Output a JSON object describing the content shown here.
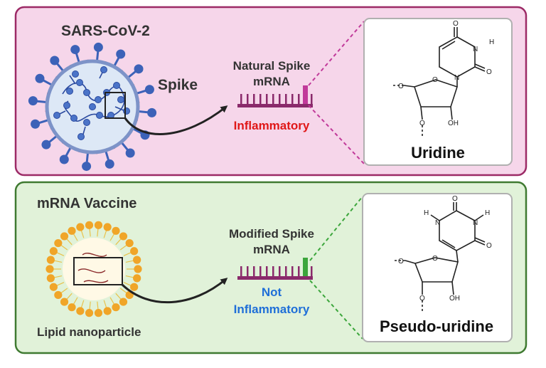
{
  "top_panel": {
    "title": "SARS-CoV-2",
    "spike_label": "Spike",
    "mrna_label_line1": "Natural Spike",
    "mrna_label_line2": "mRNA",
    "effect_label": "Inflammatory",
    "molecule_name": "Uridine",
    "colors": {
      "panel_fill": "#f6d6ea",
      "panel_border": "#9c2a66",
      "marker": "#c13a9a",
      "effect_text": "#e01818"
    }
  },
  "bottom_panel": {
    "title": "mRNA Vaccine",
    "particle_label": "Lipid nanoparticle",
    "mrna_label_line1": "Modified Spike",
    "mrna_label_line2": "mRNA",
    "effect_label_line1": "Not",
    "effect_label_line2": "Inflammatory",
    "molecule_name": "Pseudo-uridine",
    "colors": {
      "panel_fill": "#e1f2d9",
      "panel_border": "#3f7a31",
      "marker": "#3ca63c",
      "effect_text": "#1f6fd8"
    }
  },
  "chem_labels": {
    "O": "O",
    "N": "N",
    "H": "H",
    "N_H": "NH",
    "OH": "OH"
  },
  "colors": {
    "mrna_bar": "#8a2a6b",
    "virus_body": "#dde8f6",
    "virus_spike": "#3c62b8",
    "virus_membrane": "#7d93c8",
    "lipid_head": "#f0a528",
    "text": "#333333"
  }
}
